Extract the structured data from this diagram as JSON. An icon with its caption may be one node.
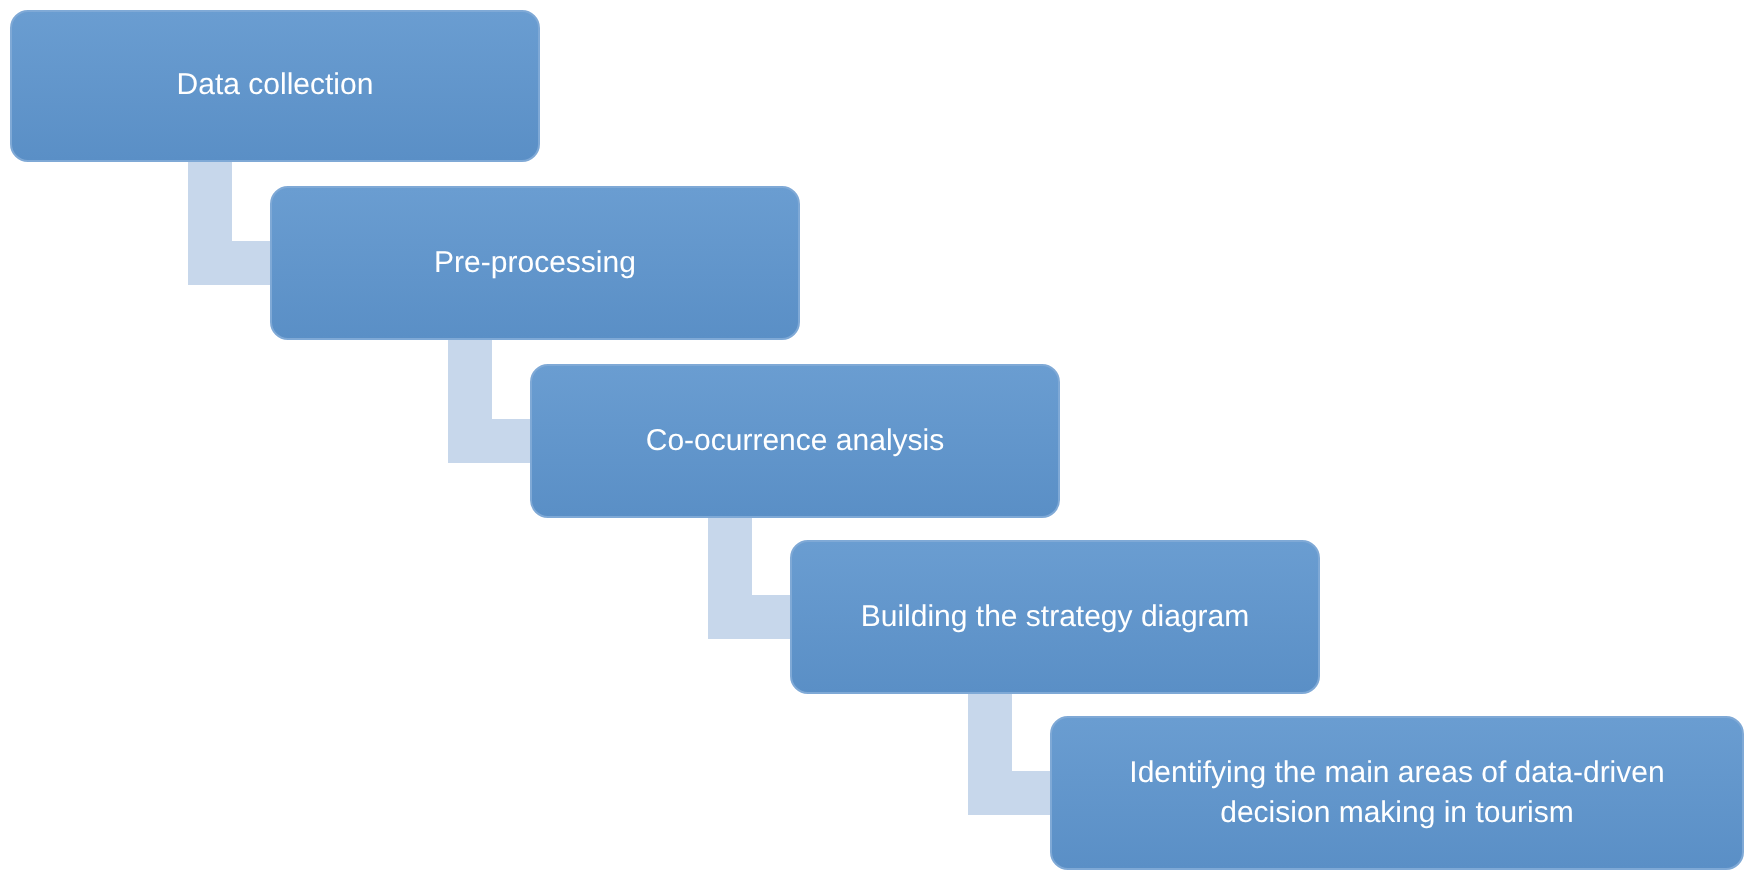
{
  "diagram": {
    "nodes": [
      {
        "text": [
          "Data collection"
        ]
      },
      {
        "text": [
          "Pre-processing"
        ]
      },
      {
        "text": [
          "Co-ocurrence analysis"
        ]
      },
      {
        "text": [
          "Building the strategy diagram"
        ]
      },
      {
        "text": [
          "Identifying the main areas of data-driven decision making in tourism"
        ]
      }
    ],
    "edges": [
      {
        "from": 0,
        "to": 1,
        "arrow": "none"
      },
      {
        "from": 1,
        "to": 2,
        "arrow": "none"
      },
      {
        "from": 2,
        "to": 3,
        "arrow": "none"
      },
      {
        "from": 3,
        "to": 4,
        "arrow": "none"
      }
    ]
  }
}
